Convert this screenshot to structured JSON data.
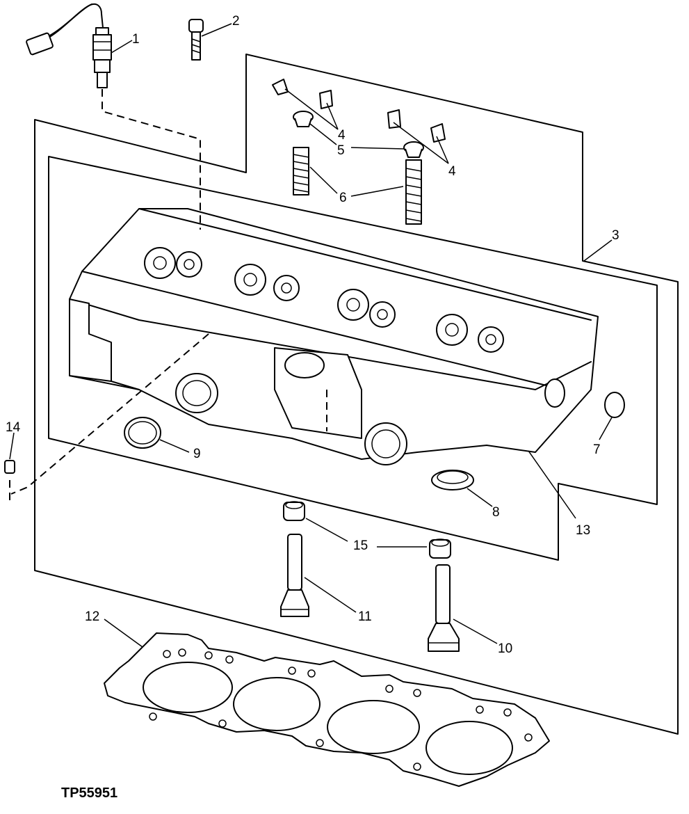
{
  "figure_code": "TP55951",
  "callouts": [
    "1",
    "2",
    "3",
    "4",
    "4",
    "5",
    "6",
    "7",
    "8",
    "9",
    "10",
    "11",
    "12",
    "13",
    "14",
    "15"
  ]
}
